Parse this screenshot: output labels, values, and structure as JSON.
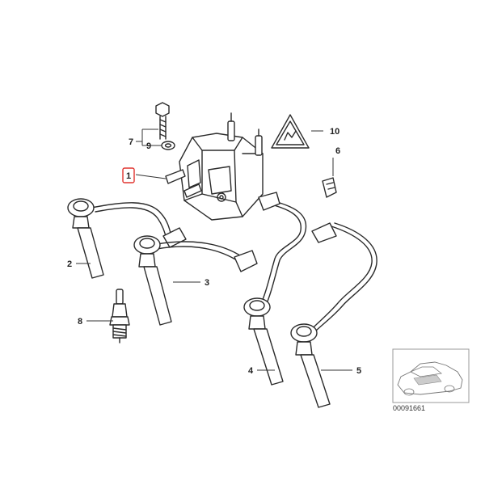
{
  "diagram": {
    "callouts": [
      {
        "id": "1",
        "label": "1",
        "highlighted": true
      },
      {
        "id": "2",
        "label": "2"
      },
      {
        "id": "3",
        "label": "3"
      },
      {
        "id": "4",
        "label": "4"
      },
      {
        "id": "5",
        "label": "5"
      },
      {
        "id": "6",
        "label": "6"
      },
      {
        "id": "7",
        "label": "7"
      },
      {
        "id": "8",
        "label": "8"
      },
      {
        "id": "9",
        "label": "9"
      },
      {
        "id": "10",
        "label": "10"
      }
    ],
    "reference_number": "00091661",
    "colors": {
      "line": "#2b2b2b",
      "highlight": "#e0342f",
      "thumbnail_border": "#999999"
    }
  }
}
